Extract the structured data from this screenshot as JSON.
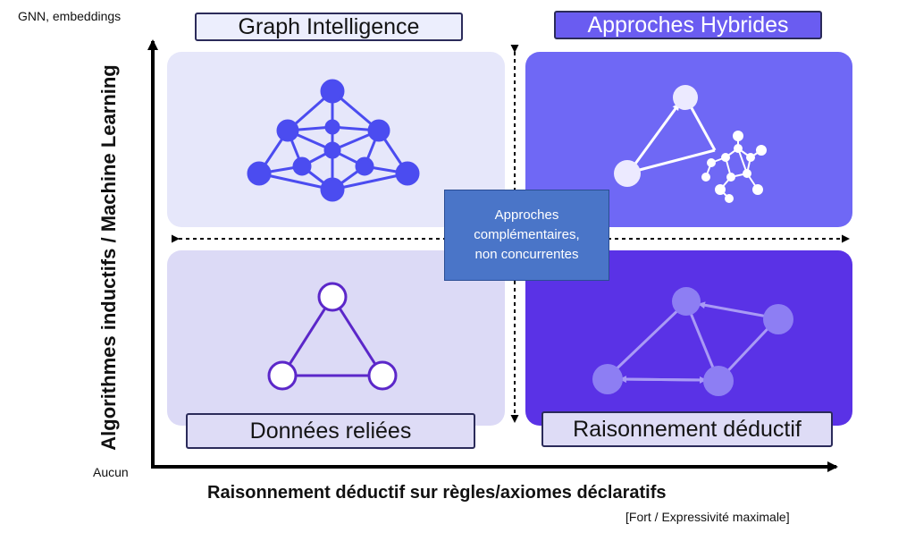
{
  "labels": {
    "graph_intelligence": "Graph Intelligence",
    "hybrid": "Approches Hybrides",
    "linked_data": "Données reliées",
    "deductive": "Raisonnement déductif"
  },
  "center_note": {
    "line1": "Approches",
    "line2": "complémentaires,",
    "line3": "non concurrentes"
  },
  "axes": {
    "y_label": "Algorithmes inductifs / Machine Learning",
    "y_top": "GNN, embeddings",
    "origin": "Aucun",
    "x_label": "Raisonnement déductif sur règles/axiomes déclaratifs",
    "x_right": "[Fort / Expressivité maximale]"
  },
  "colors": {
    "graph_nodes": "#4b4cf0",
    "triangle": "#5b27c9",
    "hybrid_panel": "#6f68f5",
    "deductive_panel": "#5a32e6",
    "note_box": "#4a75c8"
  }
}
